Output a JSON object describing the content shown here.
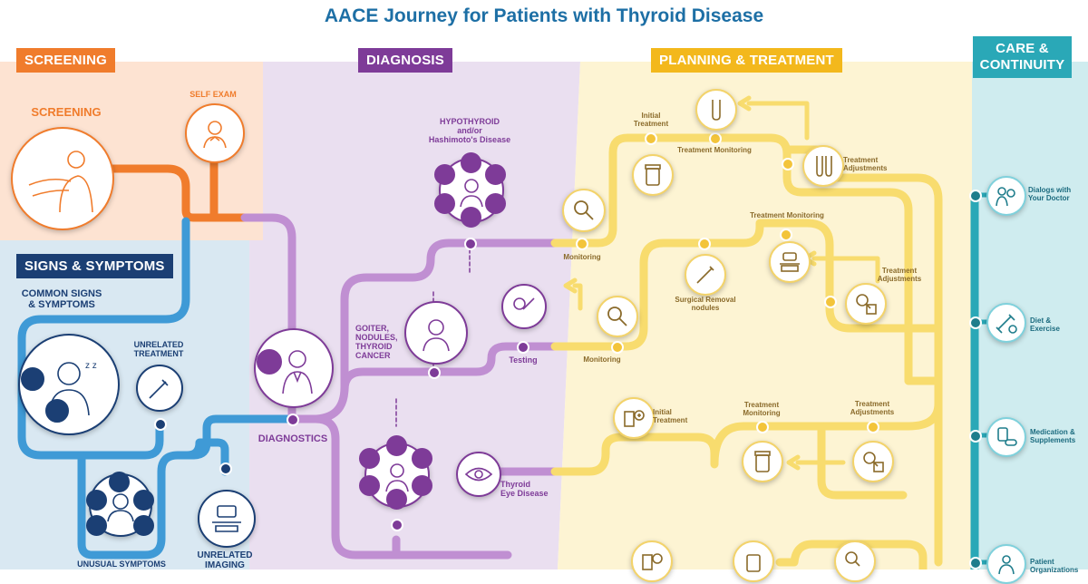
{
  "title": "AACE Journey for Patients with Thyroid Disease",
  "bands": {
    "screening": "SCREENING",
    "diagnosis": "DIAGNOSIS",
    "planning": "PLANNING & TREATMENT",
    "care_line1": "CARE &",
    "care_line2": "CONTINUITY",
    "signs": "SIGNS & SYMPTOMS"
  },
  "screening": {
    "self_exam": "SELF EXAM",
    "screening_label": "SCREENING"
  },
  "signs": {
    "common_line1": "COMMON SIGNS",
    "common_line2": "& SYMPTOMS",
    "unrelated_treatment_line1": "UNRELATED",
    "unrelated_treatment_line2": "TREATMENT",
    "unusual_symptoms": "UNUSUAL SYMPTOMS",
    "unrelated_imaging_line1": "UNRELATED",
    "unrelated_imaging_line2": "IMAGING"
  },
  "diagnosis": {
    "diagnostics": "DIAGNOSTICS",
    "hypo_line1": "HYPOTHYROID",
    "hypo_line2": "and/or",
    "hypo_line3": "Hashimoto's Disease",
    "goiter_line1": "GOITER,",
    "goiter_line2": "NODULES,",
    "goiter_line3": "THYROID",
    "goiter_line4": "CANCER",
    "testing": "Testing",
    "eye_line1": "Thyroid",
    "eye_line2": "Eye Disease"
  },
  "planning": {
    "initial_treatment_line1": "Initial",
    "initial_treatment_line2": "Treatment",
    "treatment_monitoring": "Treatment Monitoring",
    "treatment_adjustments_line1": "Treatment",
    "treatment_adjustments_line2": "Adjustments",
    "monitoring": "Monitoring",
    "surgical_line1": "Surgical Removal",
    "surgical_line2": "nodules",
    "treatment_monitoring_2": "Treatment Monitoring",
    "treatment_adjustments2_line1": "Treatment",
    "treatment_adjustments2_line2": "Adjustments",
    "monitoring_2": "Monitoring",
    "initial_treatment3_line1": "Initial",
    "initial_treatment3_line2": "Treatment",
    "treatment_monitoring3_line1": "Treatment",
    "treatment_monitoring3_line2": "Monitoring",
    "treatment_adjustments3_line1": "Treatment",
    "treatment_adjustments3_line2": "Adjustments"
  },
  "care": {
    "dialogs_line1": "Dialogs with",
    "dialogs_line2": "Your Doctor",
    "diet_line1": "Diet &",
    "diet_line2": "Exercise",
    "medication_line1": "Medication &",
    "medication_line2": "Supplements",
    "patient_line1": "Patient",
    "patient_line2": "Organizations"
  },
  "colors": {
    "screening_bg": "#fde3d2",
    "screening_accent": "#f07c2c",
    "signs_bg": "#d9e8f2",
    "signs_accent": "#3f9ad6",
    "navy": "#1b3f74",
    "diagnosis_bg": "#eadff0",
    "diagnosis_accent": "#7e3b98",
    "diagnosis_path": "#c08fd2",
    "planning_bg": "#fdf4d3",
    "planning_path": "#f8dc6e",
    "care_bg": "#cfecef",
    "care_accent": "#2aa8b7",
    "care_dark": "#1f7d8c"
  }
}
